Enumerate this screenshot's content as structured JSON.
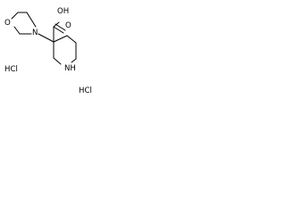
{
  "molecule": {
    "atoms": {
      "morpholine_oxygen": "O",
      "morpholine_nitrogen": "N",
      "piperidine_nh": "NH",
      "carboxylic_acid": "OH",
      "carbonyl_oxygen": "O"
    },
    "counterions": [
      "HCl",
      "HCl"
    ]
  }
}
